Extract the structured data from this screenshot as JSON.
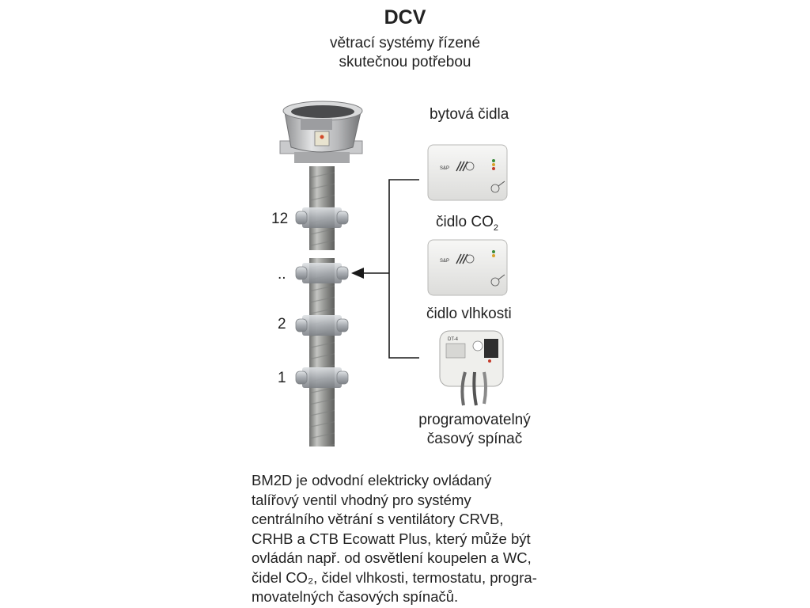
{
  "title": "DCV",
  "subtitle": [
    "větrací systémy řízené",
    "skutečnou potřebou"
  ],
  "devices": {
    "room_sensors_label": "bytová čidla",
    "co2_label_prefix": "čidlo CO",
    "co2_label_sub": "2",
    "humidity_label": "čidlo vlhkosti",
    "timer_label": [
      "programovatelný",
      "časový spínač"
    ],
    "sensor_brand": "S&P",
    "timer_model": "DT-4"
  },
  "levels": [
    "12",
    "..",
    "2",
    "1"
  ],
  "description": {
    "lines": [
      "BM2D je odvodní elektricky ovládaný",
      "talířový ventil vhodný pro systémy",
      "centrálního větrání s ventilátory CRVB,",
      "CRHB a CTB Ecowatt Plus, který může být",
      "ovládán např. od osvětlení koupelen a WC,",
      "čidel CO₂, čidel vlhkosti, termostatu, progra-",
      "movatelných časových spínačů."
    ]
  },
  "colors": {
    "pipe": "#9a9a98",
    "valve": "#b8bcc0",
    "arrow": "#1a1a1a",
    "sensor_body": "#eeeeec"
  }
}
